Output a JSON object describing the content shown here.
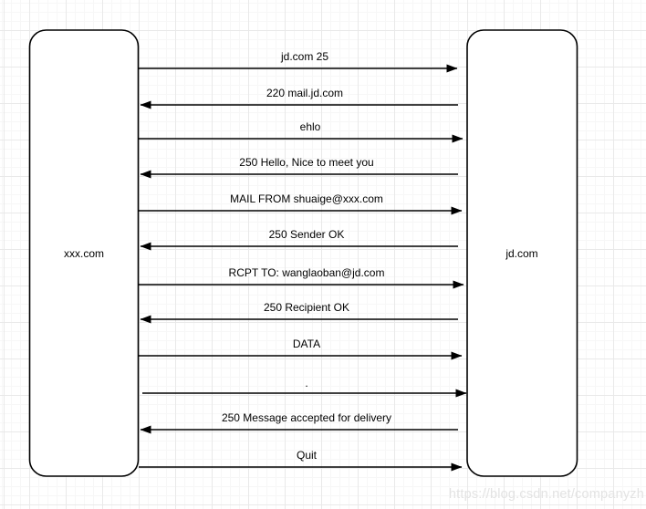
{
  "diagram": {
    "actors": [
      {
        "name": "xxx.com",
        "role": "mail-sender"
      },
      {
        "name": "jd.com",
        "role": "mail-receiver"
      }
    ],
    "messages": [
      {
        "text": "jd.com 25",
        "from": "xxx.com",
        "to": "jd.com"
      },
      {
        "text": "220 mail.jd.com",
        "from": "jd.com",
        "to": "xxx.com"
      },
      {
        "text": "ehlo",
        "from": "xxx.com",
        "to": "jd.com"
      },
      {
        "text": "250 Hello, Nice to meet you",
        "from": "jd.com",
        "to": "xxx.com"
      },
      {
        "text": "MAIL FROM shuaige@xxx.com",
        "from": "xxx.com",
        "to": "jd.com"
      },
      {
        "text": "250 Sender OK",
        "from": "jd.com",
        "to": "xxx.com"
      },
      {
        "text": "RCPT TO: wanglaoban@jd.com",
        "from": "xxx.com",
        "to": "jd.com"
      },
      {
        "text": "250 Recipient OK",
        "from": "jd.com",
        "to": "xxx.com"
      },
      {
        "text": "DATA",
        "from": "xxx.com",
        "to": "jd.com"
      },
      {
        "text": ".",
        "from": "xxx.com",
        "to": "jd.com"
      },
      {
        "text": "250 Message accepted for delivery",
        "from": "jd.com",
        "to": "xxx.com"
      },
      {
        "text": "Quit",
        "from": "xxx.com",
        "to": "jd.com"
      }
    ]
  },
  "watermark": {
    "text": "https://blog.csdn.net/companyzh"
  },
  "colors": {
    "background": "#ffffff",
    "shape_stroke": "#000000",
    "label_text": "#000000",
    "grid_minor": "#f7f7f7",
    "grid_major": "#e9e9e9",
    "watermark_text": "#e3e3e3"
  }
}
